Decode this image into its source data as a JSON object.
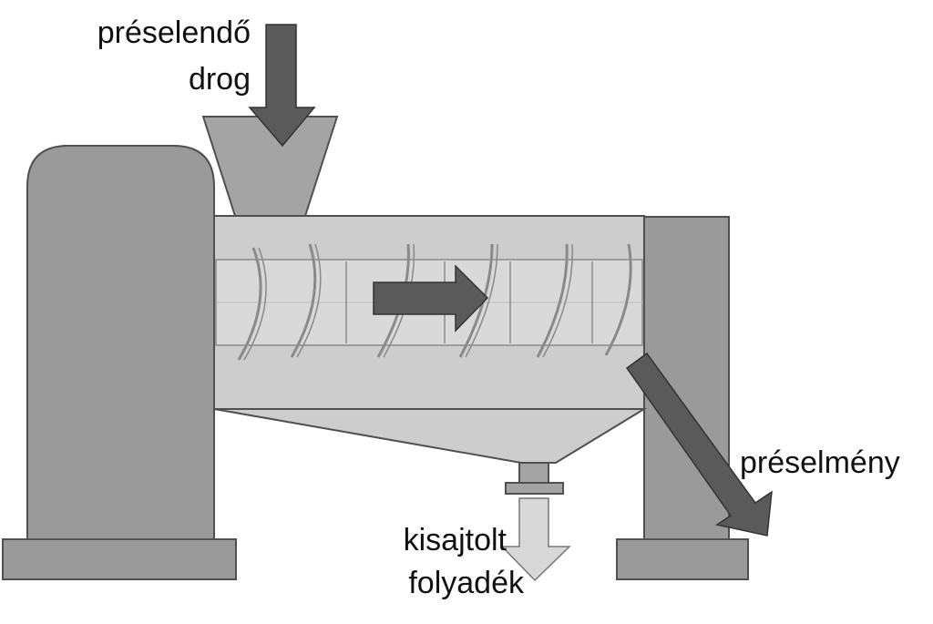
{
  "labels": {
    "input": [
      "préselendő",
      "drog"
    ],
    "output_solid": "préselmény",
    "output_liquid": [
      "kisajtolt",
      "folyadék"
    ]
  },
  "colors": {
    "machine_fill": "#9a9a9a",
    "barrel_fill": "#cdcdcd",
    "outline": "#505050",
    "arrow_dark": "#5a5a5a",
    "arrow_light": "#d8d8d8",
    "screw_fill": "#d6d6d6",
    "screw_line": "#8a8a8a"
  },
  "icons": {
    "motor": "motor-housing",
    "hopper": "feed-hopper",
    "screw": "screw-conveyor",
    "input_arrow": "arrow-down-icon",
    "flow_arrow": "arrow-right-icon",
    "solid_arrow": "arrow-down-right-icon",
    "liquid_arrow": "arrow-down-icon"
  }
}
